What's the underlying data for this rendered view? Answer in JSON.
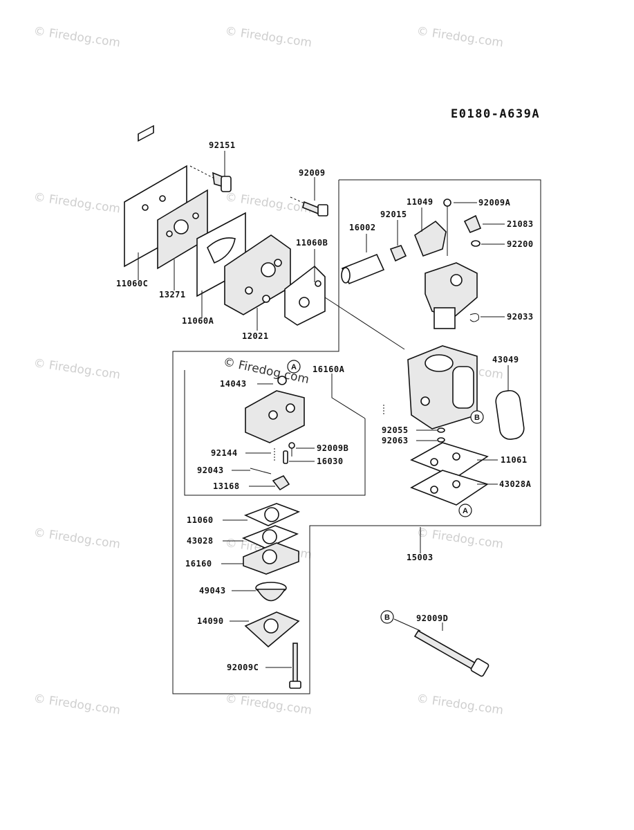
{
  "diagram": {
    "code": "E0180-A639A",
    "watermark": "© Firedog.com",
    "ref_a": "A",
    "ref_b": "B",
    "parts": {
      "p92151": "92151",
      "p92009": "92009",
      "p11060C": "11060C",
      "p13271": "13271",
      "p11060A": "11060A",
      "p12021": "12021",
      "p11060B": "11060B",
      "p11049": "11049",
      "p92009A": "92009A",
      "p92015": "92015",
      "p16002": "16002",
      "p21083": "21083",
      "p92200": "92200",
      "p92033": "92033",
      "p43049": "43049",
      "p16160A": "16160A",
      "p14043": "14043",
      "p92144": "92144",
      "p92009B": "92009B",
      "p16030": "16030",
      "p92043": "92043",
      "p13168": "13168",
      "p92055": "92055",
      "p92063": "92063",
      "p11061": "11061",
      "p43028A": "43028A",
      "p11060": "11060",
      "p43028": "43028",
      "p16160": "16160",
      "p49043": "49043",
      "p14090": "14090",
      "p92009C": "92009C",
      "p15003": "15003",
      "p92009D": "92009D"
    }
  }
}
